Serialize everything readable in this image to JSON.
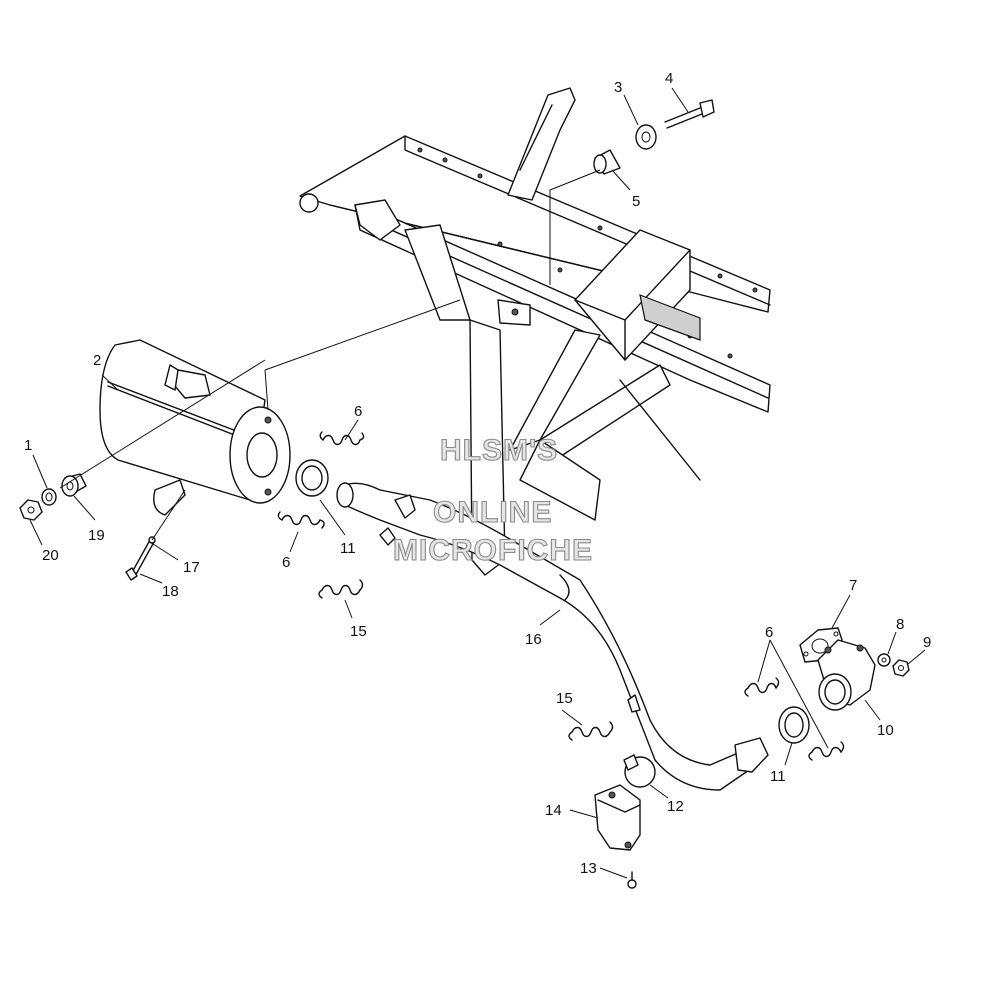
{
  "diagram": {
    "watermark": {
      "line1": "HLSM'S",
      "line2": "ONLINE",
      "line3": "MICROFICHE"
    },
    "callouts": {
      "c1": "1",
      "c2": "2",
      "c3": "3",
      "c4": "4",
      "c5": "5",
      "c6a": "6",
      "c6b": "6",
      "c6c": "6",
      "c7": "7",
      "c8": "8",
      "c9": "9",
      "c10": "10",
      "c11a": "11",
      "c11b": "11",
      "c12": "12",
      "c13": "13",
      "c14": "14",
      "c15a": "15",
      "c15b": "15",
      "c16": "16",
      "c17": "17",
      "c18": "18",
      "c19": "19",
      "c20": "20"
    }
  }
}
